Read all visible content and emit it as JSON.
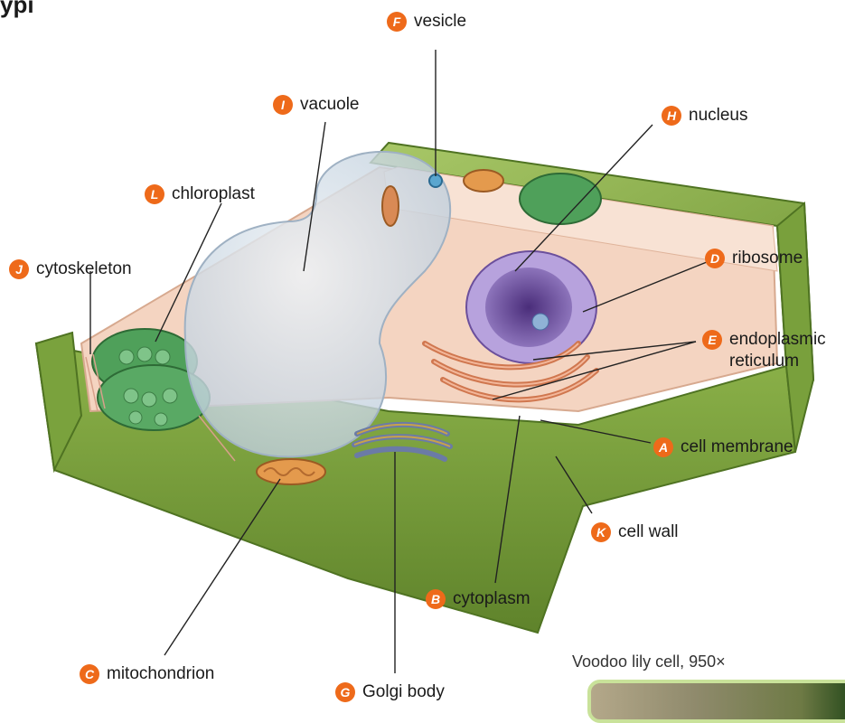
{
  "heading_fragment": "ypi",
  "labels": {
    "F": {
      "letter": "F",
      "text": "vesicle"
    },
    "I": {
      "letter": "I",
      "text": "vacuole"
    },
    "H": {
      "letter": "H",
      "text": "nucleus"
    },
    "L": {
      "letter": "L",
      "text": "chloroplast"
    },
    "J": {
      "letter": "J",
      "text": "cytoskeleton"
    },
    "D": {
      "letter": "D",
      "text": "ribosome"
    },
    "E": {
      "letter": "E",
      "text": "endoplasmic reticulum"
    },
    "A": {
      "letter": "A",
      "text": "cell membrane"
    },
    "K": {
      "letter": "K",
      "text": "cell wall"
    },
    "B": {
      "letter": "B",
      "text": "cytoplasm"
    },
    "C": {
      "letter": "C",
      "text": "mitochondrion"
    },
    "G": {
      "letter": "G",
      "text": "Golgi body"
    }
  },
  "photo_caption": "Voodoo lily cell, 950×",
  "colors": {
    "badge": "#ee6a1a",
    "cell_wall": "#8db34a",
    "cytoplasm": "#f6d9c8",
    "chloroplast": "#4fa05a",
    "nucleus": "#8a6fb8",
    "vacuole": "#cdd9e4"
  }
}
